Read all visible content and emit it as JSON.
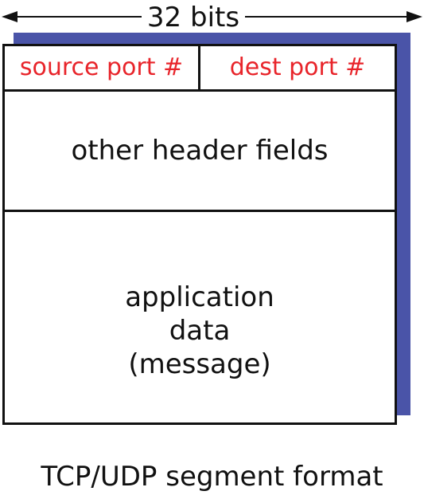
{
  "header": {
    "width_label": "32 bits"
  },
  "segment": {
    "source_port": "source port #",
    "dest_port": "dest port #",
    "other_header_fields": "other header fields",
    "application_data": {
      "line1": "application",
      "line2": "data",
      "line3": "(message)"
    }
  },
  "caption": "TCP/UDP segment format",
  "colors": {
    "port_text": "#e8242a",
    "shadow": "#4a54a8",
    "border": "#111111",
    "text": "#111111"
  }
}
